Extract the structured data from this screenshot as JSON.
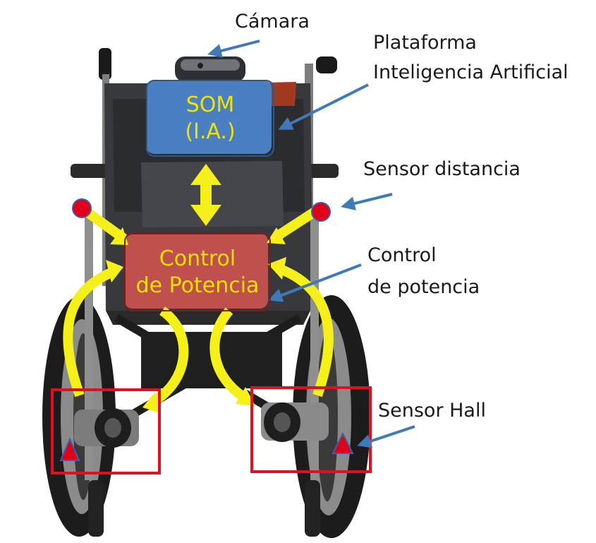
{
  "labels": {
    "camera": "Cámara",
    "ai_platform_line1": "Plataforma",
    "ai_platform_line2": "Inteligencia Artificial",
    "distance_sensor": "Sensor distancia",
    "power_control_line1": "Control",
    "power_control_line2": "de potencia",
    "hall_sensor": "Sensor Hall"
  },
  "boxes": {
    "som": "SOM\n(I.A.)",
    "power_control": "Control\nde Potencia"
  },
  "colors": {
    "som_fill": "#4a7fc1",
    "control_fill": "#c0504d",
    "box_text": "#f2e200",
    "arrow_yellow": "#f5ef1a",
    "callout_blue": "#3e7ab8",
    "sensor_red": "#e0001a",
    "hall_frame": "#e01020"
  }
}
